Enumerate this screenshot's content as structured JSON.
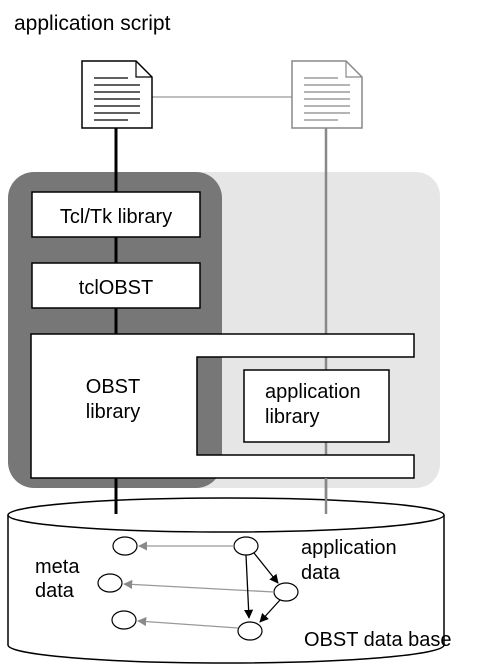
{
  "title": "application script",
  "layers": {
    "tcltk": "Tcl/Tk library",
    "tclobst": "tclOBST",
    "obst_library": [
      "OBST",
      "library"
    ],
    "application_library": [
      "application",
      "library"
    ]
  },
  "database": {
    "meta_data": [
      "meta",
      "data"
    ],
    "application_data": [
      "application",
      "data"
    ],
    "label": "OBST data base"
  },
  "colors": {
    "dark_panel": "#777777",
    "light_panel": "#e6e6e6",
    "arrow_gray": "#999999",
    "stroke": "#000000"
  }
}
